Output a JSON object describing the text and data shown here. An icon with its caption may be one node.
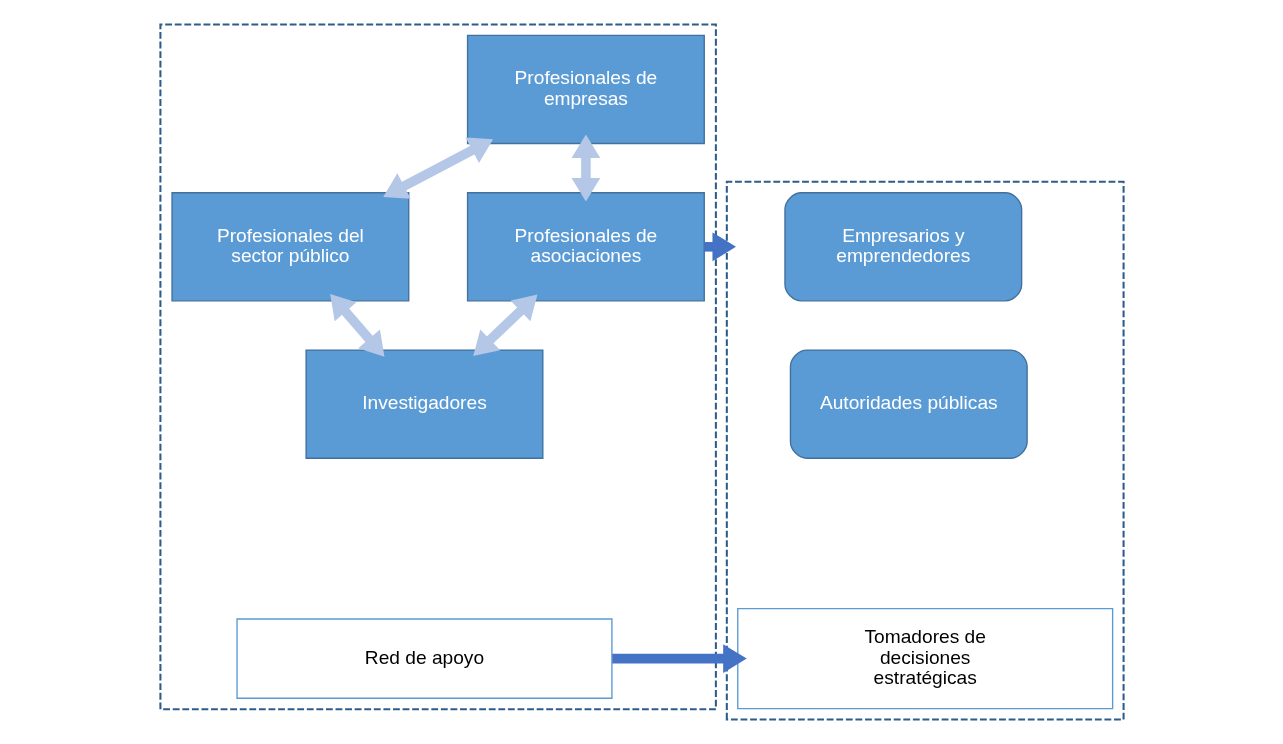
{
  "diagram": {
    "nodes": [
      {
        "text": [],
        "shape": "box"
      },
      {
        "text": [
          "Profesionales de empresas"
        ],
        "in": 0
      },
      {
        "text": [
          "Profesionales del sector público"
        ],
        "in": 0
      },
      {
        "text": [
          "Profesionales de asociaciones"
        ],
        "in": 0
      },
      {
        "text": [
          "Investigadores"
        ],
        "in": 0
      },
      {
        "text": [
          "Red de apoyo"
        ],
        "in": 0
      },
      {
        "text": [],
        "shape": "box"
      },
      {
        "text": [
          "Empresarios y emprendedores"
        ],
        "in": 6
      },
      {
        "text": [
          "Autoridades públicas"
        ],
        "in": 6
      },
      {
        "text": [
          "Tomadores de decisiones estratégicas"
        ],
        "in": 6
      }
    ],
    "edges": [
      {
        "from": 1,
        "to": 2,
        "arrow": "both"
      },
      {
        "from": 1,
        "to": 3,
        "arrow": "both"
      },
      {
        "from": 2,
        "to": 4,
        "arrow": "both"
      },
      {
        "from": 3,
        "to": 4,
        "arrow": "both"
      },
      {
        "from": 3,
        "to": 6,
        "arrow": "to",
        "color": "#4472c4"
      },
      {
        "from": 5,
        "to": 9,
        "arrow": "to",
        "color": "#4472c4"
      }
    ]
  }
}
